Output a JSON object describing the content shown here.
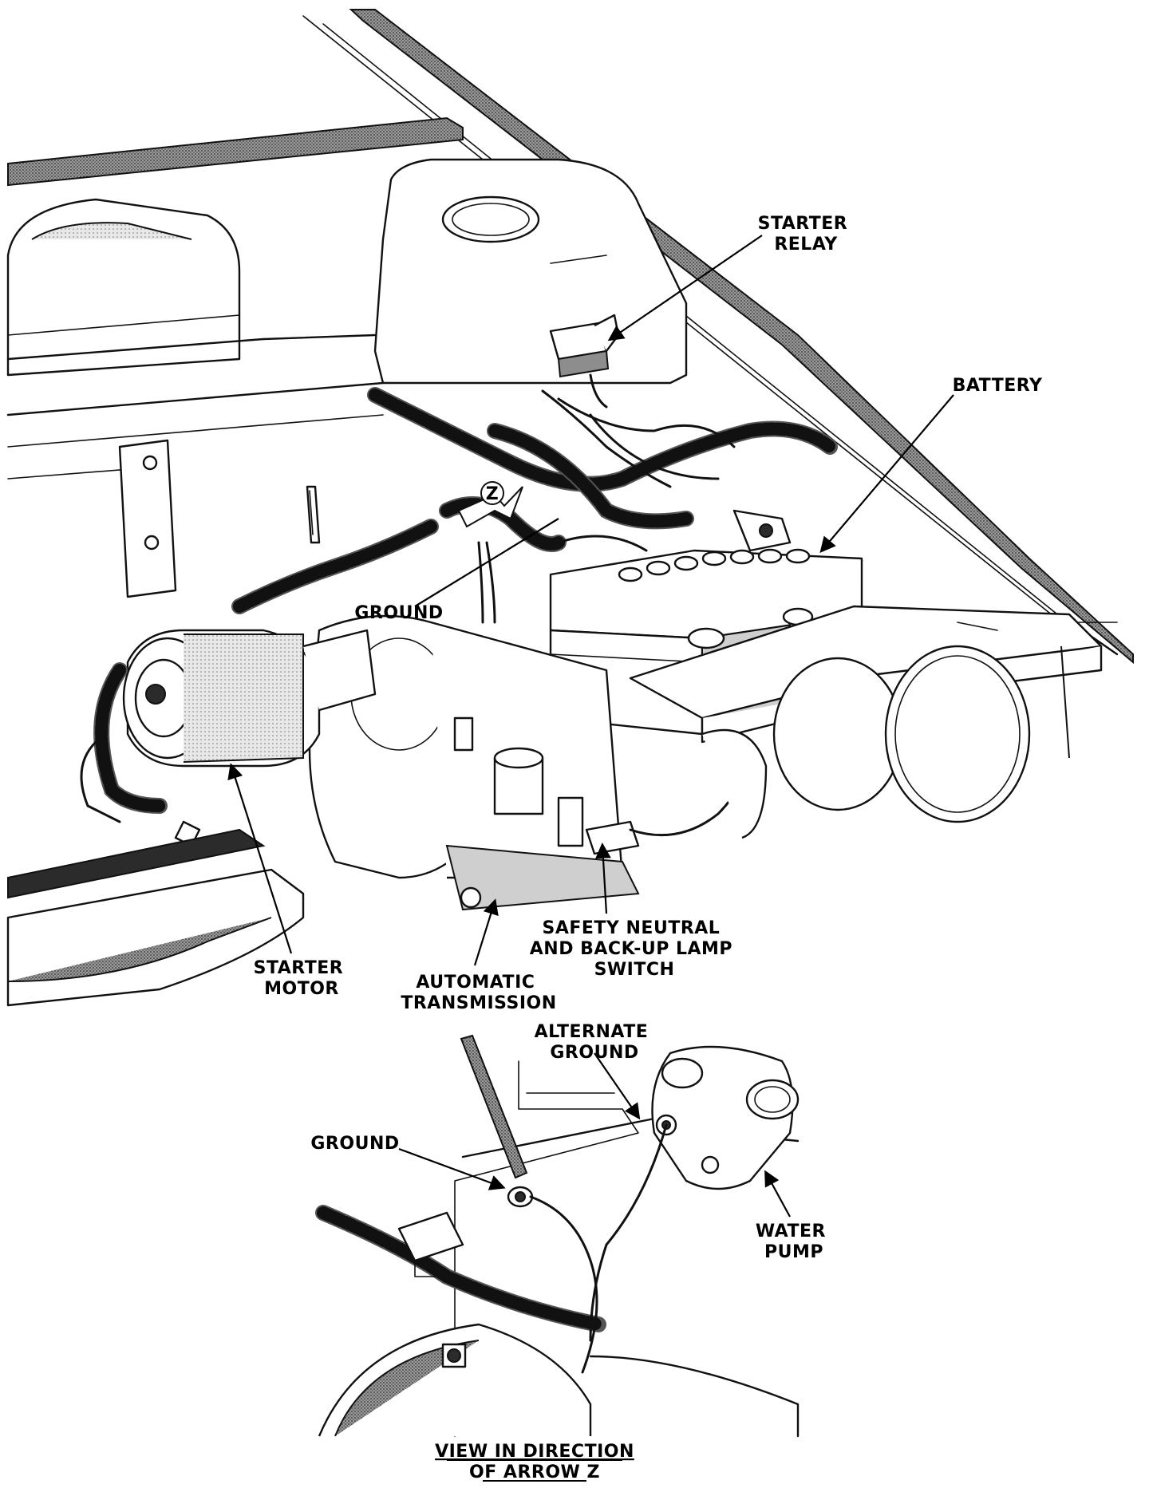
{
  "labels": {
    "starter_relay": [
      "STARTER",
      "RELAY"
    ],
    "battery": "BATTERY",
    "ground": "GROUND",
    "arrow_z": "Z",
    "starter_motor": [
      "STARTER",
      "MOTOR"
    ],
    "automatic_transmission": [
      "AUTOMATIC",
      "TRANSMISSION"
    ],
    "safety_switch": [
      "SAFETY NEUTRAL",
      "AND BACK-UP LAMP",
      "SWITCH"
    ],
    "alternate_ground": [
      "ALTERNATE",
      "GROUND"
    ],
    "ground_detail": "GROUND",
    "water_pump": [
      "WATER",
      "PUMP"
    ]
  },
  "caption": [
    "VIEW IN DIRECTION",
    "OF ARROW Z"
  ]
}
